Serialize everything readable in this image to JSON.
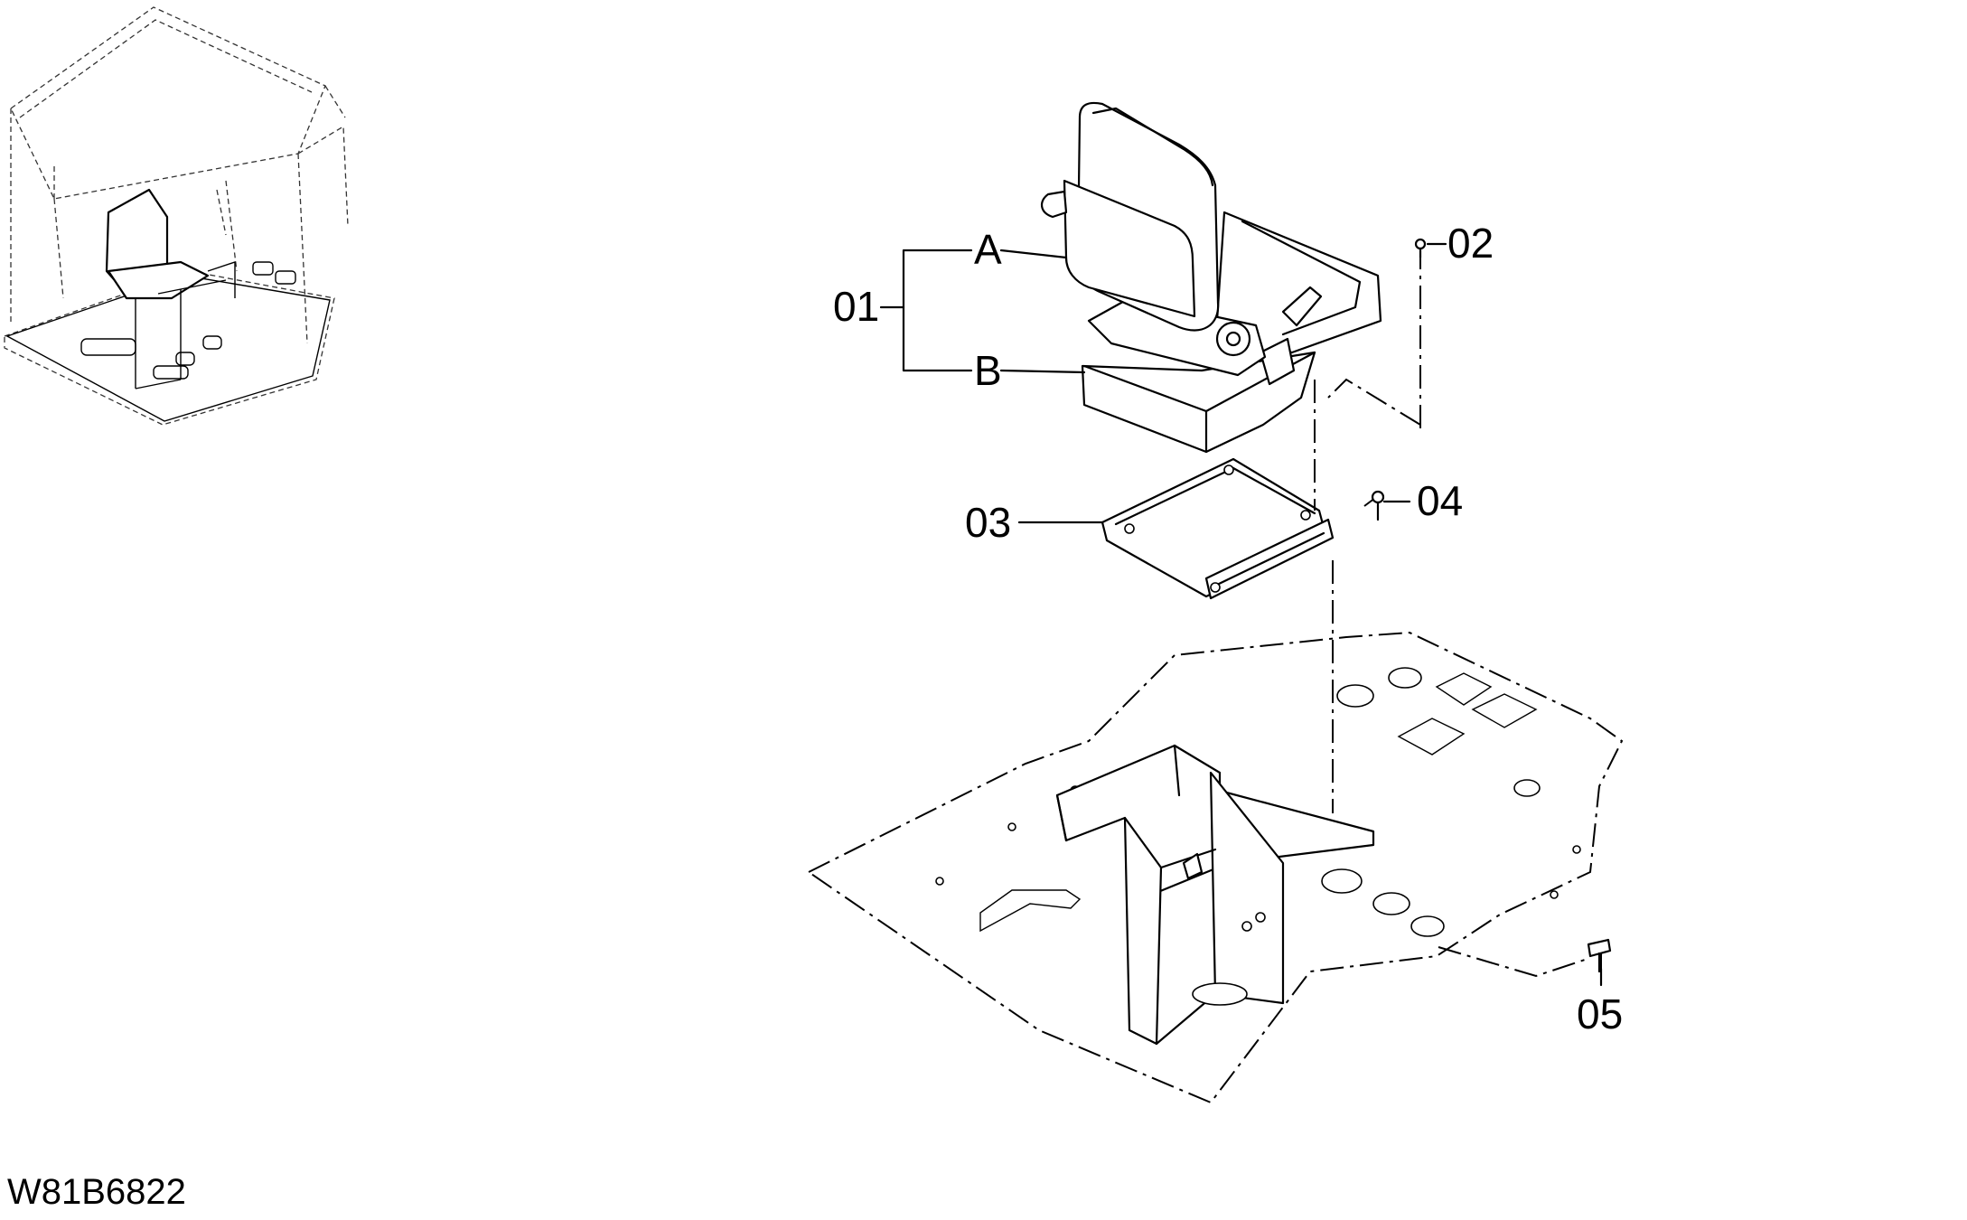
{
  "drawing": {
    "code": "W81B6822"
  },
  "callouts": {
    "assembly": "01",
    "sub_a": "A",
    "sub_b": "B",
    "part_02": "02",
    "part_03": "03",
    "part_04": "04",
    "part_05": "05"
  }
}
